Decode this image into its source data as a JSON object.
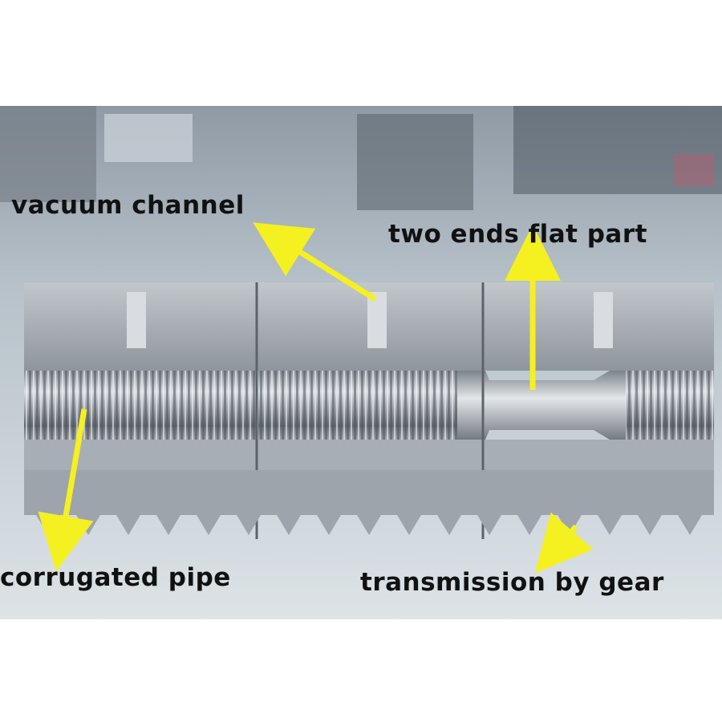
{
  "image": {
    "description_colors": {
      "background_top": "#ffffff",
      "arrow": "#f5f020",
      "metal": "#a9afb6",
      "seal_strip": "#c9533f"
    }
  },
  "labels": {
    "vacuum_channel": "vacuum channel",
    "two_ends_flat_part": "two ends flat part",
    "corrugated_pipe": "corrugated pipe",
    "transmission_by_gear": "transmission by gear"
  }
}
